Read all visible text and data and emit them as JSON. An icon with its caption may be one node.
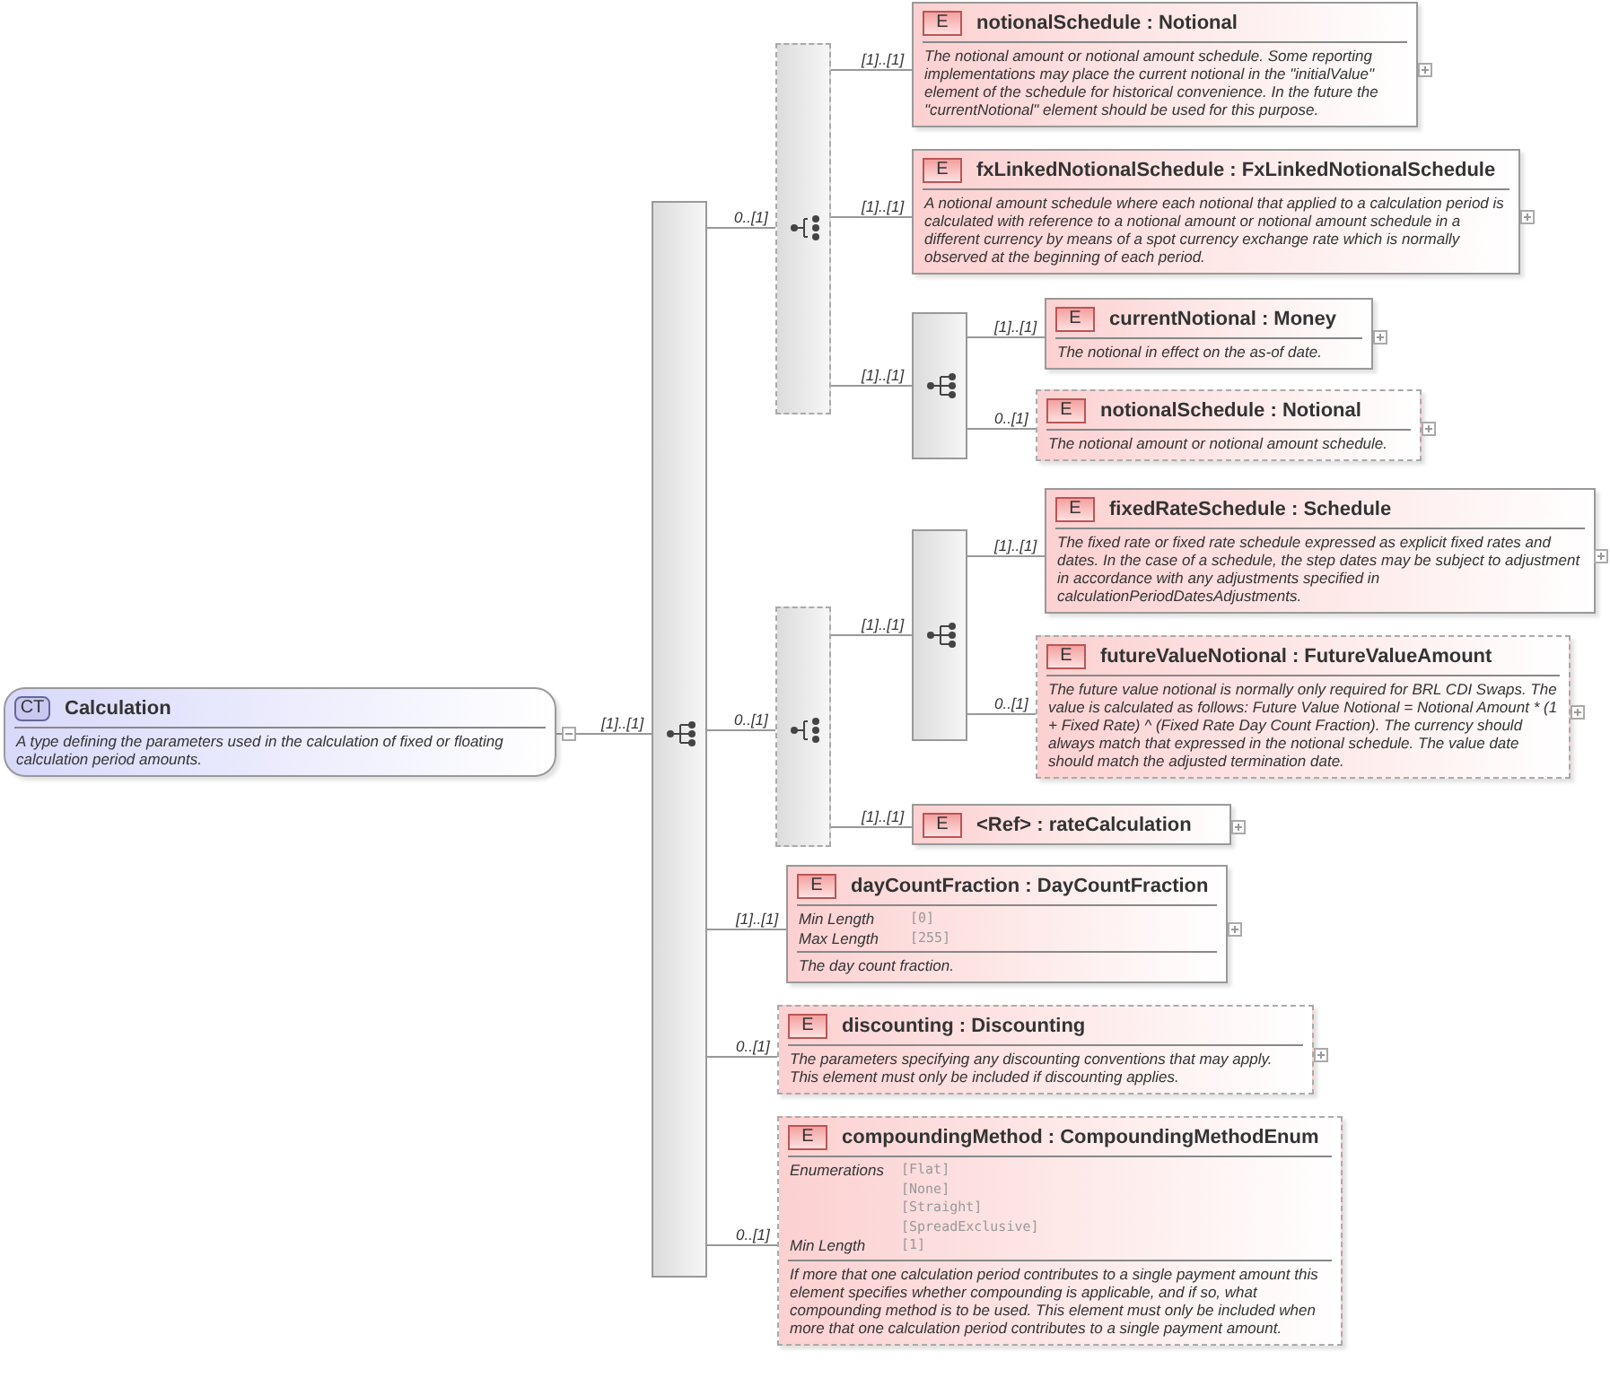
{
  "diagram": {
    "nodes": [
      {
        "text": [
          "CT",
          "Calculation",
          "A type defining the parameters used in the calculation of fixed or floating calculation period amounts."
        ]
      },
      {
        "text": [],
        "shape": "bar"
      },
      {
        "text": [],
        "shape": "bar"
      },
      {
        "text": [
          "E",
          "notionalSchedule : Notional",
          "The notional amount or notional amount schedule. Some reporting implementations may place the current notional in the \"initialValue\" element of the schedule for historical convenience. In the future the \"currentNotional\" element should be used for this purpose."
        ]
      },
      {
        "text": [
          "E",
          "fxLinkedNotionalSchedule : FxLinkedNotionalSchedule",
          "A notional amount schedule where each notional that applied to a calculation period is calculated with reference to a notional amount or notional amount schedule in a different currency by means of a spot currency exchange rate which is normally observed at the beginning of each period."
        ]
      },
      {
        "text": [],
        "shape": "bar"
      },
      {
        "text": [
          "E",
          "currentNotional : Money",
          "The notional in effect on the as-of date."
        ]
      },
      {
        "text": [
          "E",
          "notionalSchedule : Notional",
          "The notional amount or notional amount schedule."
        ]
      },
      {
        "text": [],
        "shape": "bar"
      },
      {
        "text": [],
        "shape": "bar"
      },
      {
        "text": [
          "E",
          "fixedRateSchedule : Schedule",
          "The fixed rate or fixed rate schedule expressed as explicit fixed rates and dates. In the case of a schedule, the step dates may be subject to adjustment in accordance with any adjustments specified in calculationPeriodDatesAdjustments."
        ]
      },
      {
        "text": [
          "E",
          "futureValueNotional : FutureValueAmount",
          "The future value notional is normally only required for BRL CDI Swaps. The value is calculated as follows: Future Value Notional = Notional Amount * (1 + Fixed Rate) ^ (Fixed Rate Day Count Fraction). The currency should always match that expressed in the notional schedule. The value date should match the adjusted termination date."
        ]
      },
      {
        "text": [
          "E",
          "<Ref> : rateCalculation"
        ]
      },
      {
        "text": [
          "E",
          "dayCountFraction : DayCountFraction",
          "Min Length",
          "[0]",
          "Max Length",
          "[255]",
          "The day count fraction."
        ]
      },
      {
        "text": [
          "E",
          "discounting : Discounting",
          "The parameters specifying any discounting conventions that may apply. This element must only be included if discounting applies."
        ]
      },
      {
        "text": [
          "E",
          "compoundingMethod : CompoundingMethodEnum",
          "Enumerations",
          "[Flat]",
          "[None]",
          "[Straight]",
          "[SpreadExclusive]",
          "Min Length",
          "[1]",
          "If more that one calculation period contributes to a single payment amount this element specifies whether compounding is applicable, and if so, what compounding method is to be used. This element must only be included when more that one calculation period contributes to a single payment amount."
        ]
      }
    ],
    "edges": [
      {
        "from": 0,
        "to": 1,
        "arrow": "none",
        "label": "[1]..[1]"
      },
      {
        "from": 1,
        "to": 2,
        "arrow": "none",
        "label": "0..[1]"
      },
      {
        "from": 2,
        "to": 3,
        "arrow": "none",
        "label": "[1]..[1]"
      },
      {
        "from": 2,
        "to": 4,
        "arrow": "none",
        "label": "[1]..[1]"
      },
      {
        "from": 2,
        "to": 5,
        "arrow": "none",
        "label": "[1]..[1]"
      },
      {
        "from": 5,
        "to": 6,
        "arrow": "none",
        "label": "[1]..[1]"
      },
      {
        "from": 5,
        "to": 7,
        "arrow": "none",
        "label": "0..[1]"
      },
      {
        "from": 1,
        "to": 8,
        "arrow": "none",
        "label": "0..[1]"
      },
      {
        "from": 8,
        "to": 9,
        "arrow": "none",
        "label": "[1]..[1]"
      },
      {
        "from": 9,
        "to": 10,
        "arrow": "none",
        "label": "[1]..[1]"
      },
      {
        "from": 9,
        "to": 11,
        "arrow": "none",
        "label": "0..[1]"
      },
      {
        "from": 8,
        "to": 12,
        "arrow": "none",
        "label": "[1]..[1]"
      },
      {
        "from": 1,
        "to": 13,
        "arrow": "none",
        "label": "[1]..[1]"
      },
      {
        "from": 1,
        "to": 14,
        "arrow": "none",
        "label": "0..[1]"
      },
      {
        "from": 1,
        "to": 15,
        "arrow": "none",
        "label": "0..[1]"
      }
    ]
  }
}
